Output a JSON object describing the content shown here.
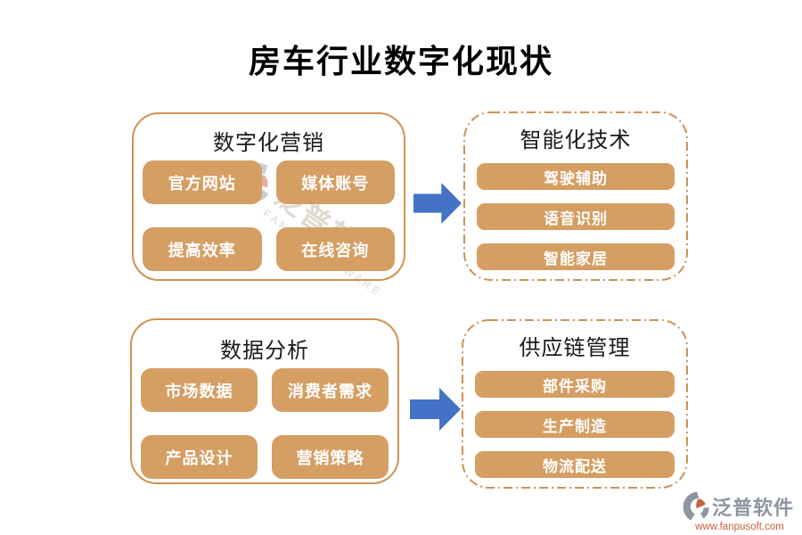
{
  "title": "房车行业数字化现状",
  "colors": {
    "box_fill": "#D59E63",
    "box_border": "#CD9254",
    "arrow": "#4472C4",
    "logo_gray": "#8C95A0",
    "logo_orange": "#C7633F",
    "url_orange": "#C9623C"
  },
  "groups": [
    {
      "title": "数字化营销",
      "border": "solid",
      "items": [
        "官方网站",
        "媒体账号",
        "提高效率",
        "在线咨询"
      ]
    },
    {
      "title": "智能化技术",
      "border": "dash-dot",
      "items": [
        "驾驶辅助",
        "语音识别",
        "智能家居"
      ]
    },
    {
      "title": "数据分析",
      "border": "solid",
      "items": [
        "市场数据",
        "消费者需求",
        "产品设计",
        "营销策略"
      ]
    },
    {
      "title": "供应链管理",
      "border": "dash-dot",
      "items": [
        "部件采购",
        "生产制造",
        "物流配送"
      ]
    }
  ],
  "icons": {
    "arrow_right": "block-arrow-right",
    "fanpu_logo": "fanpu-swirl-mark"
  },
  "watermark": {
    "cn": "泛普软件",
    "en": "FANPU SOFTWARE"
  },
  "footer_logo": {
    "name": "泛普软件",
    "url": "www.fanpusoft.com"
  }
}
